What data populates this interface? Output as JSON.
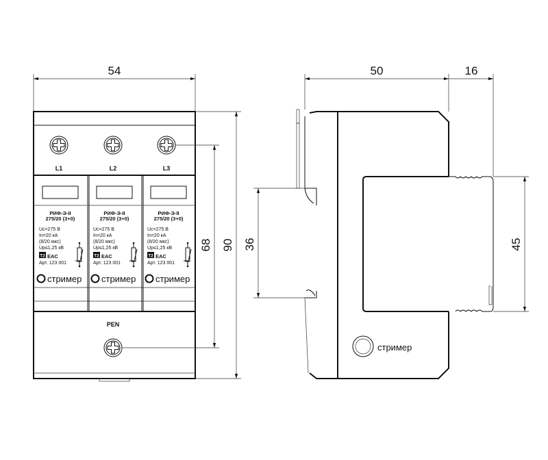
{
  "dimensions": {
    "front_width": "54",
    "front_height": "90",
    "terminal_spacing": "68",
    "side_depth": "50",
    "side_protrusion": "16",
    "rail_clip": "36",
    "front_face_height": "45"
  },
  "terminals": [
    "L1",
    "L2",
    "L3"
  ],
  "pen_label": "PEN",
  "module": {
    "model": "РИФ-Э-II",
    "rating": "275/20 (3+0)",
    "uc": "Uc=275 В",
    "in": "In=20 кА",
    "wave": "(8/20 мкс)",
    "up": "Up≤1,25 кВ",
    "class_badge": "T2",
    "cert_mark": "EAC",
    "article": "Арт. 123 001",
    "brand": "стример"
  },
  "side_brand": "стример"
}
